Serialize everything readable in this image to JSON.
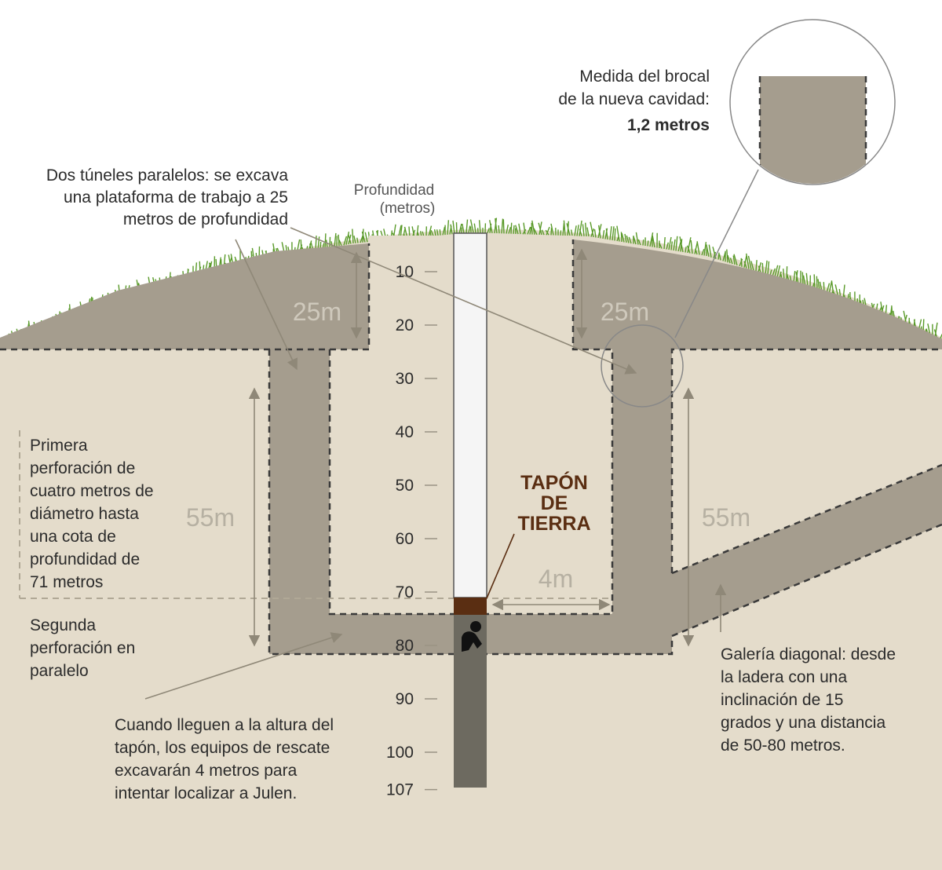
{
  "colors": {
    "background": "#ffffff",
    "ground": "#e4dccb",
    "tunnel": "#a59d8e",
    "well_empty": "#f5f5f5",
    "well_filled": "#6d6a60",
    "plug": "#5a2e12",
    "grass": "#5a9a2a",
    "dash": "#3a3a3a"
  },
  "axis": {
    "title_line1": "Profundidad",
    "title_line2": "(metros)",
    "ticks": [
      "10",
      "20",
      "30",
      "40",
      "50",
      "60",
      "70",
      "80",
      "90",
      "100",
      "107"
    ]
  },
  "dimensions": {
    "left_tunnel_top": "25m",
    "right_tunnel_top": "25m",
    "left_tunnel_main": "55m",
    "right_tunnel_main": "55m",
    "horizontal": "4m"
  },
  "plug_label": {
    "line1": "TAPÓN",
    "line2": "DE",
    "line3": "TIERRA"
  },
  "annotations": {
    "mouth": [
      "Medida del brocal",
      "de la nueva cavidad:"
    ],
    "mouth_bold": "1,2 metros",
    "tunnels": [
      "Dos túneles paralelos: se excava",
      "una plataforma de trabajo a 25",
      "metros de profundidad"
    ],
    "first_drill": [
      "Primera",
      "perforación de",
      "cuatro metros de",
      "diámetro hasta",
      "una cota de",
      "profundidad de",
      "71 metros"
    ],
    "second_drill": [
      "Segunda",
      "perforación en",
      "paralelo"
    ],
    "rescue": [
      "Cuando lleguen a la altura del",
      "tapón, los equipos de rescate",
      "excavarán 4 metros para",
      "intentar localizar a Julen."
    ],
    "gallery": [
      "Galería diagonal: desde",
      "la ladera con una",
      "inclinación de 15",
      "grados y una distancia",
      "de 50-80 metros."
    ]
  },
  "icons": {
    "child": "child-figure-icon",
    "grass": "grass-icon"
  }
}
